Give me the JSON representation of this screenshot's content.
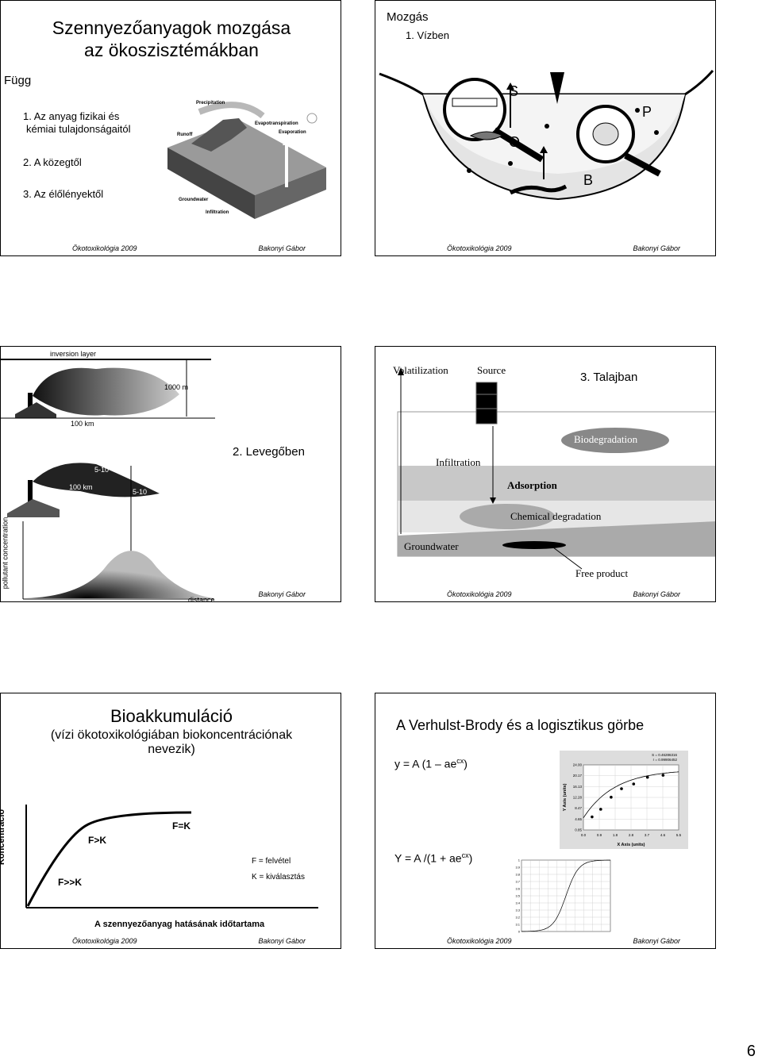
{
  "s1": {
    "title1": "Szennyezőanyagok mozgása",
    "title2": "az ökoszisztémákban",
    "fugg": "Függ",
    "item1a": "1.  Az anyag fizikai és",
    "item1b": "kémiai tulajdonságaitól",
    "item2": "2.  A közegtől",
    "item3": "3.  Az élőlényektől",
    "diagram_labels": {
      "precip": "Precipitation",
      "runoff": "Runoff",
      "evapotrans": "Evapotranspiration",
      "evap": "Evaporation",
      "ground": "Groundwater",
      "infil": "Infiltration"
    },
    "footer_l": "Ökotoxikológia 2009",
    "footer_r": "Bakonyi Gábor"
  },
  "s2": {
    "title": "Mozgás",
    "item1": "1.  Vízben",
    "labels": {
      "S": "S",
      "P": "P",
      "O": "O",
      "B": "B"
    },
    "footer_l": "Ökotoxikológia 2009",
    "footer_r": "Bakonyi Gábor"
  },
  "s3": {
    "inversion": "inversion layer",
    "height": "1000 m",
    "dist1": "100 km",
    "dist2": "100 km",
    "conc1": "5-10",
    "conc2": "5-10",
    "title": "2. Levegőben",
    "ylabel": "pollutant concentration",
    "xlabel": "distance",
    "footer_r": "Bakonyi Gábor"
  },
  "s4": {
    "volat": "Volatilization",
    "source": "Source",
    "title": "3. Talajban",
    "biodeg": "Biodegradation",
    "infil": "Infiltration",
    "adsorp": "Adsorption",
    "chemdeg": "Chemical degradation",
    "ground": "Groundwater",
    "free": "Free product",
    "footer_l": "Ökotoxikológia 2009",
    "footer_r": "Bakonyi Gábor"
  },
  "s5": {
    "title": "Bioakkumuláció",
    "sub1": "(vízi ökotoxikológiában biokoncentrációnak",
    "sub2": "nevezik)",
    "ylabel": "Koncentráció",
    "xlabel": "A szennyezőanyag hatásának időtartama",
    "fgk": "F>K",
    "fk": "F=K",
    "fggk": "F>>K",
    "leg1": "F = felvétel",
    "leg2": "K = kiválasztás",
    "footer_l": "Ökotoxikológia 2009",
    "footer_r": "Bakonyi Gábor"
  },
  "s6": {
    "title": "A Verhulst-Brody és a logisztikus görbe",
    "eq1": "y = A (1 – ae",
    "eq1_sup": "cx",
    "eq1_end": ")",
    "eq2": "Y = A /(1 + ae",
    "eq2_sup": "cx",
    "eq2_end": ")",
    "footer_l": "Ökotoxikológia 2009",
    "footer_r": "Bakonyi Gábor"
  },
  "chart_data": [
    {
      "type": "scatter",
      "stats": [
        "S = 0.46286316",
        "r = 0.99906452"
      ],
      "xlabel": "X Axis (units)",
      "ylabel": "Y Axis (units)",
      "xticks": [
        "0.0",
        "0.9",
        "1.8",
        "2.8",
        "3.7",
        "4.6",
        "5.5"
      ],
      "yticks": [
        "0.85",
        "4.65",
        "8.47",
        "12.28",
        "16.13",
        "20.17",
        "24.00"
      ],
      "x": [
        0.5,
        1.0,
        1.6,
        2.2,
        2.9,
        3.7,
        4.6
      ],
      "y": [
        5.5,
        8.2,
        12.5,
        15.5,
        17.2,
        19.6,
        20.3
      ]
    },
    {
      "type": "line",
      "yticks": [
        "1",
        "3.9",
        "3.8",
        "3.7",
        "3.6",
        "3.5",
        "3.4",
        "3.3",
        "3.2",
        "3.1",
        "0"
      ]
    }
  ],
  "page_number": "6"
}
